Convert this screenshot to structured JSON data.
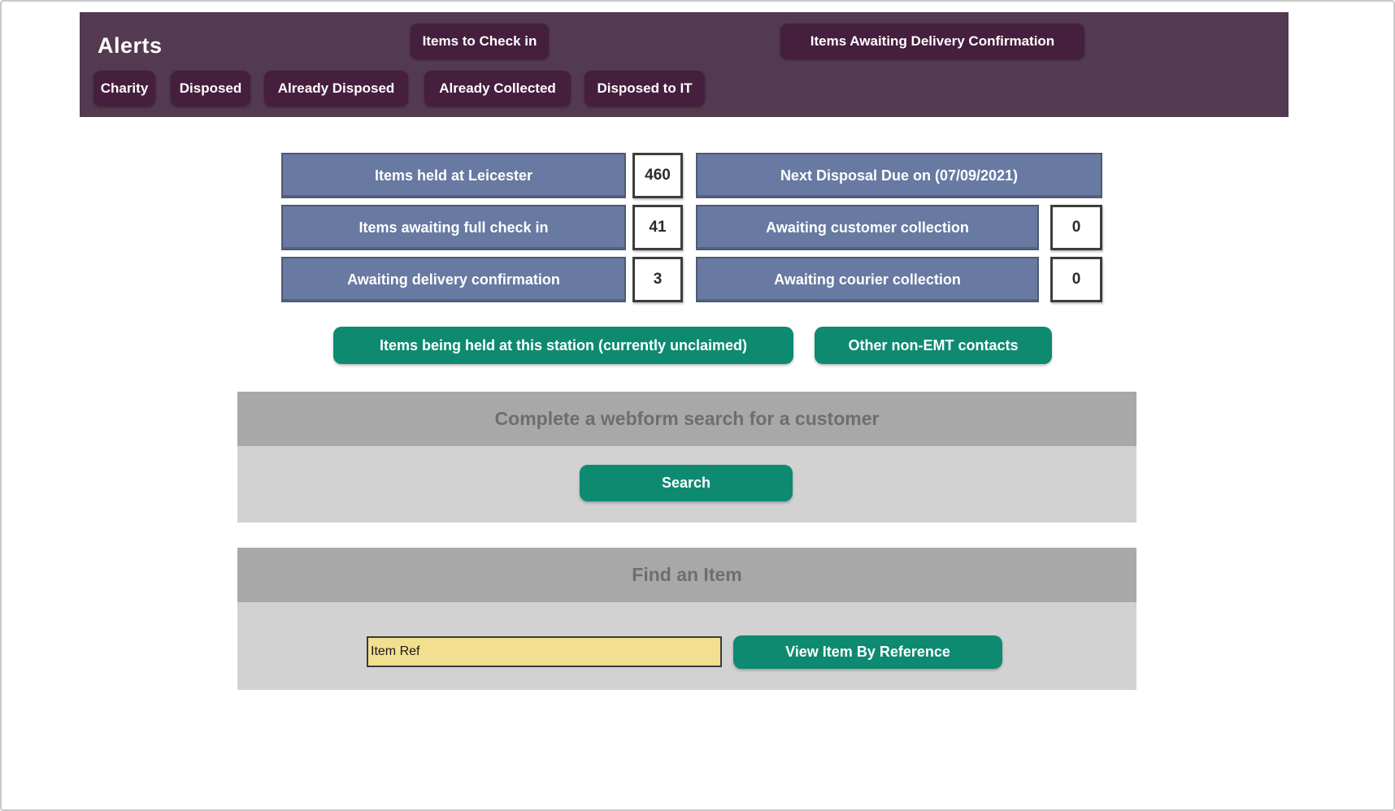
{
  "alerts": {
    "title": "Alerts",
    "items_to_check_in": "Items to Check in",
    "items_awaiting_delivery": "Items Awaiting Delivery Confirmation",
    "charity": "Charity",
    "disposed": "Disposed",
    "already_disposed": "Already Disposed",
    "already_collected": "Already Collected",
    "disposed_to_it": "Disposed to IT"
  },
  "stats": {
    "rows": [
      {
        "left_label": "Items held at Leicester",
        "left_value": "460",
        "right_label": "Next Disposal Due on (07/09/2021)"
      },
      {
        "left_label": "Items awaiting full check in",
        "left_value": "41",
        "right_label": "Awaiting customer collection",
        "right_value": "0"
      },
      {
        "left_label": "Awaiting delivery confirmation",
        "left_value": "3",
        "right_label": "Awaiting courier collection",
        "right_value": "0"
      }
    ]
  },
  "actions": {
    "held_at_station": "Items being held at this station (currently unclaimed)",
    "other_contacts": "Other non-EMT contacts"
  },
  "webform": {
    "title": "Complete a webform search for a customer",
    "search": "Search"
  },
  "find_item": {
    "title": "Find an Item",
    "item_ref": "Item Ref",
    "view_button": "View Item By Reference"
  },
  "colors": {
    "header_bg": "#533a50",
    "header_button_bg": "#451f3d",
    "stat_cell_bg": "#6879a2",
    "green_button": "#0e8a71",
    "section_header_bg": "#a8a8a8",
    "section_body_bg": "#d2d2d2",
    "input_bg": "#f3df90"
  }
}
